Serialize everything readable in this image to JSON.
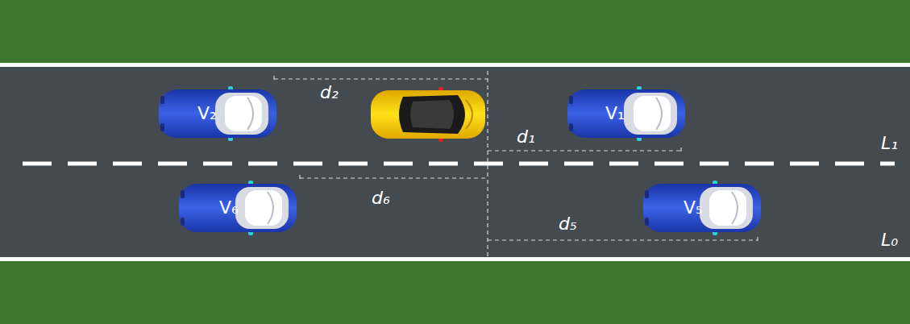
{
  "diagram": {
    "nodes": [
      {
        "text": [
          "V₂"
        ]
      },
      {
        "text": [
          "V₁"
        ]
      },
      {
        "text": [
          "V₆"
        ]
      },
      {
        "text": [
          "V₅"
        ]
      }
    ],
    "labels": [
      "d₂",
      "d₁",
      "d₆",
      "d₅",
      "L₁",
      "L₀"
    ]
  }
}
